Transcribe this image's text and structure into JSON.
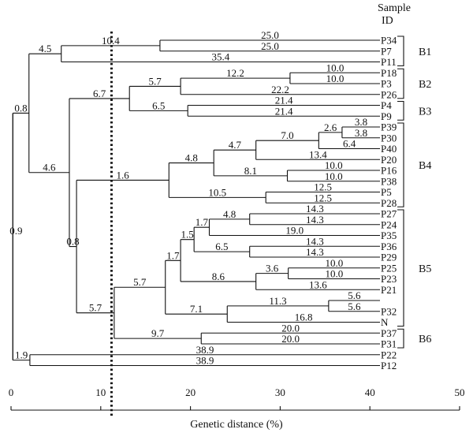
{
  "header": {
    "line1": "Sample",
    "line2": "ID"
  },
  "axis": {
    "title": "Genetic distance (%)",
    "ticks": [
      "0",
      "10",
      "20",
      "30",
      "40",
      "50"
    ],
    "tick_values": [
      0,
      10,
      20,
      30,
      40,
      50
    ]
  },
  "cutoff_value": 11.2,
  "leaves": [
    "P34",
    "P7",
    "P11",
    "P18",
    "P3",
    "P26",
    "P4",
    "P9",
    "P39",
    "P30",
    "P40",
    "P20",
    "P16",
    "P38",
    "P5",
    "P28",
    "P27",
    "P24",
    "P35",
    "P36",
    "P29",
    "P25",
    "P23",
    "P21",
    "",
    "P32",
    "N",
    "P37",
    "P31",
    "P22",
    "P12"
  ],
  "groups": [
    {
      "name": "B1",
      "first": 0,
      "last": 2
    },
    {
      "name": "B2",
      "first": 3,
      "last": 5
    },
    {
      "name": "B3",
      "first": 6,
      "last": 7
    },
    {
      "name": "B4",
      "first": 8,
      "last": 15
    },
    {
      "name": "B5",
      "first": 16,
      "last": 26
    },
    {
      "name": "B6",
      "first": 27,
      "last": 28
    }
  ],
  "tree": {
    "label": "0.9",
    "x": 0.2,
    "children": [
      {
        "label": "0.8",
        "x": 2.0,
        "children": [
          {
            "label": "4.5",
            "x": 5.6,
            "children": [
              {
                "label": "10.4",
                "x": 16.6,
                "children": [
                  {
                    "label": "25.0",
                    "leaf": 0
                  },
                  {
                    "label": "25.0",
                    "leaf": 1
                  }
                ]
              },
              {
                "label": "35.4",
                "leaf": 2
              }
            ]
          },
          {
            "label": "4.6",
            "x": 6.5,
            "children": [
              {
                "label": "6.7",
                "x": 13.2,
                "children": [
                  {
                    "label": "5.7",
                    "x": 18.9,
                    "children": [
                      {
                        "label": "12.2",
                        "x": 31.1,
                        "children": [
                          {
                            "label": "10.0",
                            "leaf": 3
                          },
                          {
                            "label": "10.0",
                            "leaf": 4
                          }
                        ]
                      },
                      {
                        "label": "22.2",
                        "leaf": 5
                      }
                    ]
                  },
                  {
                    "label": "6.5",
                    "x": 19.7,
                    "children": [
                      {
                        "label": "21.4",
                        "leaf": 6
                      },
                      {
                        "label": "21.4",
                        "leaf": 7
                      }
                    ]
                  }
                ]
              },
              {
                "label": "0.8",
                "x": 7.3,
                "children": [
                  {
                    "label": "1.6",
                    "x": 17.6,
                    "children": [
                      {
                        "label": "4.8",
                        "x": 22.6,
                        "children": [
                          {
                            "label": "4.7",
                            "x": 27.3,
                            "children": [
                              {
                                "label": "7.0",
                                "x": 34.3,
                                "children": [
                                  {
                                    "label": "2.6",
                                    "x": 36.9,
                                    "children": [
                                      {
                                        "label": "3.8",
                                        "leaf": 8
                                      },
                                      {
                                        "label": "3.8",
                                        "leaf": 9
                                      }
                                    ]
                                  },
                                  {
                                    "label": "6.4",
                                    "leaf": 10
                                  }
                                ]
                              },
                              {
                                "label": "13.4",
                                "leaf": 11
                              }
                            ]
                          },
                          {
                            "label": "8.1",
                            "x": 30.8,
                            "children": [
                              {
                                "label": "10.0",
                                "leaf": 12
                              },
                              {
                                "label": "10.0",
                                "leaf": 13
                              }
                            ]
                          }
                        ]
                      },
                      {
                        "label": "10.5",
                        "x": 28.4,
                        "children": [
                          {
                            "label": "12.5",
                            "leaf": 14
                          },
                          {
                            "label": "12.5",
                            "leaf": 15
                          }
                        ]
                      }
                    ]
                  },
                  {
                    "label": "5.7",
                    "x": 11.5,
                    "children": [
                      {
                        "label": "5.7",
                        "x": 17.2,
                        "children": [
                          {
                            "label": "1.7",
                            "x": 18.9,
                            "children": [
                              {
                                "label": "1.5",
                                "x": 20.4,
                                "children": [
                                  {
                                    "label": "1.7",
                                    "x": 22.1,
                                    "children": [
                                      {
                                        "label": "4.8",
                                        "x": 26.6,
                                        "children": [
                                          {
                                            "label": "14.3",
                                            "leaf": 16
                                          },
                                          {
                                            "label": "14.3",
                                            "leaf": 17
                                          }
                                        ]
                                      },
                                      {
                                        "label": "19.0",
                                        "leaf": 18
                                      }
                                    ]
                                  },
                                  {
                                    "label": "6.5",
                                    "x": 26.6,
                                    "children": [
                                      {
                                        "label": "14.3",
                                        "leaf": 19
                                      },
                                      {
                                        "label": "14.3",
                                        "leaf": 20
                                      }
                                    ]
                                  }
                                ]
                              },
                              {
                                "label": "8.6",
                                "x": 27.3,
                                "children": [
                                  {
                                    "label": "3.6",
                                    "x": 30.9,
                                    "children": [
                                      {
                                        "label": "10.0",
                                        "leaf": 21
                                      },
                                      {
                                        "label": "10.0",
                                        "leaf": 22
                                      }
                                    ]
                                  },
                                  {
                                    "label": "13.6",
                                    "leaf": 23
                                  }
                                ]
                              }
                            ]
                          },
                          {
                            "label": "7.1",
                            "x": 24.1,
                            "children": [
                              {
                                "label": "11.3",
                                "x": 35.4,
                                "children": [
                                  {
                                    "label": "5.6",
                                    "leaf": 24
                                  },
                                  {
                                    "label": "5.6",
                                    "leaf": 25
                                  }
                                ]
                              },
                              {
                                "label": "16.8",
                                "leaf": 26
                              }
                            ]
                          }
                        ]
                      },
                      {
                        "label": "9.7",
                        "x": 21.2,
                        "children": [
                          {
                            "label": "20.0",
                            "leaf": 27
                          },
                          {
                            "label": "20.0",
                            "leaf": 28
                          }
                        ]
                      }
                    ]
                  }
                ]
              }
            ]
          }
        ]
      },
      {
        "label": "1.9",
        "x": 2.1,
        "children": [
          {
            "label": "38.9",
            "leaf": 29
          },
          {
            "label": "38.9",
            "leaf": 30
          }
        ]
      }
    ]
  }
}
